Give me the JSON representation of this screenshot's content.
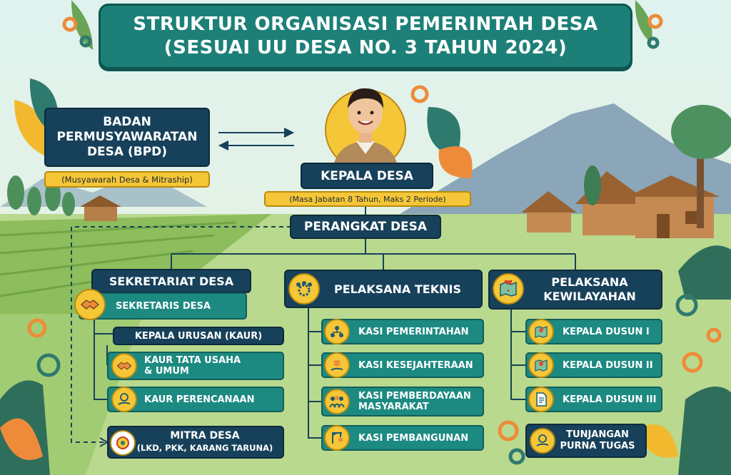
{
  "title": {
    "line1": "STRUKTUR ORGANISASI PEMERINTAH DESA",
    "line2": "(SESUAI UU DESA NO. 3 TAHUN 2024)"
  },
  "bpd": {
    "line1": "BADAN",
    "line2": "PERMUSYAWARATAN",
    "line3": "DESA (BPD)",
    "note": "(Musyawarah Desa & Mitraship)"
  },
  "kepala_desa": {
    "label": "KEPALA DESA",
    "note": "(Masa Jabatan 8 Tahun, Maks 2 Periode)"
  },
  "perangkat_desa": {
    "label": "PERANGKAT DESA"
  },
  "sekretariat": {
    "label": "SEKRETARIAT DESA",
    "sekretaris": "SEKRETARIS DESA",
    "kaur_label": "KEPALA URUSAN (KAUR)",
    "kaur_items": [
      {
        "line1": "KAUR TATA USAHA",
        "line2": "& UMUM"
      },
      {
        "line1": "KAUR PERENCANAAN",
        "line2": ""
      }
    ],
    "mitra": {
      "line1": "MITRA DESA",
      "line2": "(LKD, PKK, KARANG TARUNA)"
    }
  },
  "pelaksana_teknis": {
    "label": "PELAKSANA TEKNIS",
    "items": [
      {
        "line1": "KASI PEMERINTAHAN",
        "line2": ""
      },
      {
        "line1": "KASI KESEJAHTERAAN",
        "line2": ""
      },
      {
        "line1": "KASI PEMBERDAYAAN",
        "line2": "MASYARAKAT"
      },
      {
        "line1": "KASI PEMBANGUNAN",
        "line2": ""
      }
    ]
  },
  "pelaksana_kewilayahan": {
    "label_line1": "PELAKSANA",
    "label_line2": "KEWILAYAHAN",
    "items": [
      "KEPALA DUSUN I",
      "KEPALA DUSUN II",
      "KEPALA DUSUN III"
    ],
    "purna": {
      "line1": "TUNJANGAN",
      "line2": "PURNA TUGAS"
    }
  },
  "colors": {
    "navy": "#17415a",
    "teal": "#1d8a82",
    "yellow": "#f5c637",
    "title_bg": "#1c8078"
  },
  "icons": {
    "kepala": "person-portrait",
    "sekretaris": "handshake-icon",
    "kaur_tata": "handshake-icon",
    "kaur_perencanaan": "money-hand-icon",
    "mitra": "emblem-icon",
    "pelaksana_teknis": "team-gear-icon",
    "kasi_pemerintahan": "hierarchy-people-icon",
    "kasi_kesejahteraan": "coins-hand-icon",
    "kasi_pemberdayaan": "group-people-icon",
    "kasi_pembangunan": "crane-icon",
    "kewilayahan": "map-pin-icon",
    "dusun_1": "map-pin-icon",
    "dusun_2": "map-pin-icon",
    "dusun_3": "document-icon",
    "purna": "money-hand-icon"
  }
}
